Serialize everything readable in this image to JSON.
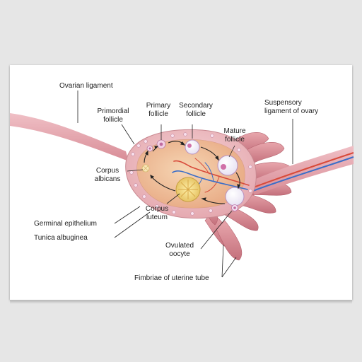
{
  "labels": {
    "ovarian_ligament": "Ovarian ligament",
    "primordial_follicle": [
      "Primordial",
      "follicle"
    ],
    "primary_follicle": [
      "Primary",
      "follicle"
    ],
    "secondary_follicle": [
      "Secondary",
      "follicle"
    ],
    "mature_follicle": [
      "Mature",
      "follicle"
    ],
    "suspensory_ligament": [
      "Suspensory",
      "ligament of ovary"
    ],
    "corpus_albicans": [
      "Corpus",
      "albicans"
    ],
    "corpus_luteum": [
      "Corpus",
      "luteum"
    ],
    "germinal_epithelium": "Germinal epithelium",
    "tunica_albuginea": "Tunica albuginea",
    "ovulated_oocyte": [
      "Ovulated",
      "oocyte"
    ],
    "fimbriae": "Fimbriae of uterine tube"
  },
  "colors": {
    "poster_bg": "#ffffff",
    "page_bg": "#e6e6e6",
    "ovary_outer": "#f0c4c8",
    "ovary_inner": "#f2c8a0",
    "fimbriae": "#d98c94",
    "ligament": "#e4a4ac",
    "artery": "#d84a3a",
    "vein": "#3a6ec8",
    "leader_line": "#222222"
  }
}
